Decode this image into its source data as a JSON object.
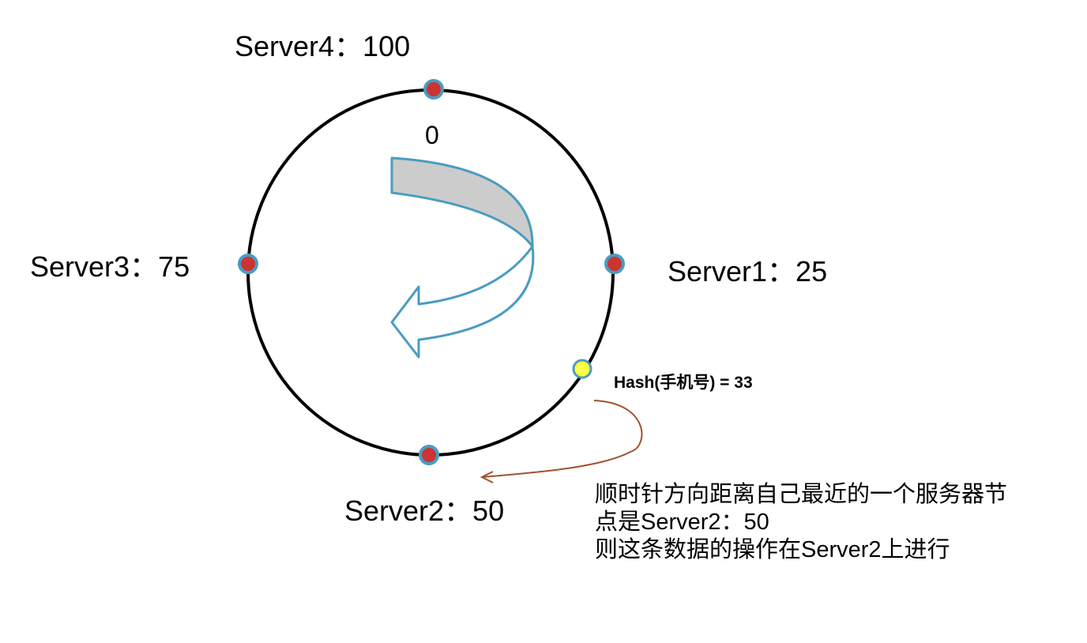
{
  "ring": {
    "start_label": "0"
  },
  "servers": [
    {
      "label": "Server4：100",
      "position": 100
    },
    {
      "label": "Server1：25",
      "position": 25
    },
    {
      "label": "Server2：50",
      "position": 50
    },
    {
      "label": "Server3：75",
      "position": 75
    }
  ],
  "hash_point": {
    "label": "Hash(手机号) = 33",
    "value": 33
  },
  "note": {
    "line1": "顺时针方向距离自己最近的一个服务器节",
    "line2": "点是Server2：50",
    "line3": "则这条数据的操作在Server2上进行"
  },
  "colors": {
    "ring": "#000000",
    "server_node_fill": "#cc3333",
    "server_node_stroke": "#4a9cc0",
    "hash_node_fill": "#ffff44",
    "hash_node_stroke": "#4a9cc0",
    "big_arrow_fill": "#cccccc",
    "big_arrow_stroke": "#4a9cc0",
    "pointer_arrow": "#a0522d"
  }
}
